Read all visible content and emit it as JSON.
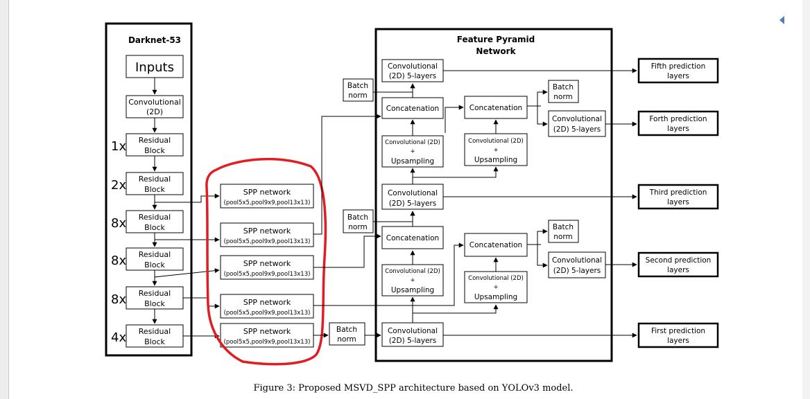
{
  "nav": {
    "collapse_icon": "triangle-left-icon"
  },
  "backbone": {
    "title": "Darknet-53",
    "inputs": "Inputs",
    "conv": [
      "Convolutional",
      "(2D)"
    ],
    "block": [
      "Residual",
      "Block"
    ],
    "repeats": [
      "1x",
      "2x",
      "8x",
      "8x",
      "8x",
      "4x"
    ]
  },
  "spp": {
    "title": "SPP network",
    "subtitle": "(pool5x5,pool9x9,pool13x13)"
  },
  "fpn": {
    "title": [
      "Feature Pyramid",
      "Network"
    ],
    "conv5": [
      "Convolutional",
      "(2D) 5-layers"
    ],
    "concat": "Concatenation",
    "upsample": [
      "Convolutional (2D)",
      "+",
      "Upsampling"
    ],
    "batch": [
      "Batch",
      "norm"
    ]
  },
  "outputs": [
    [
      "Fifth prediction",
      "layers"
    ],
    [
      "Forth prediction",
      "layers"
    ],
    [
      "Third prediction",
      "layers"
    ],
    [
      "Second prediction",
      "layers"
    ],
    [
      "First prediction",
      "layers"
    ]
  ],
  "caption": "Figure 3: Proposed MSVD_SPP architecture based on YOLOv3 model.",
  "colors": {
    "highlight": "#e31b23",
    "nav_icon": "#4a7fc0"
  }
}
